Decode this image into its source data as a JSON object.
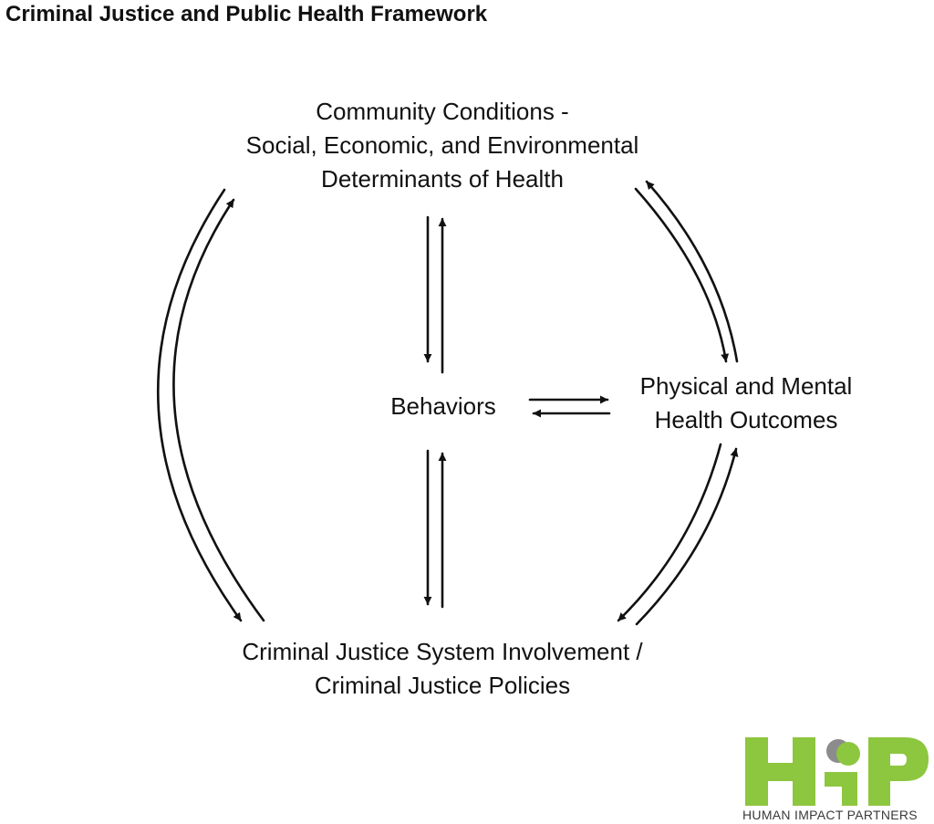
{
  "title": "Criminal Justice and Public Health Framework",
  "nodes": {
    "community": [
      "Community Conditions -",
      "Social, Economic, and Environmental",
      "Determinants of Health"
    ],
    "behaviors": [
      "Behaviors"
    ],
    "health": [
      "Physical and Mental",
      "Health Outcomes"
    ],
    "justice": [
      "Criminal Justice System Involvement /",
      "Criminal Justice Policies"
    ]
  },
  "logo": {
    "letters": "HIP",
    "name": "HUMAN IMPACT PARTNERS",
    "colors": {
      "green": "#8dc63f",
      "gray": "#8c8c8c"
    }
  },
  "colors": {
    "line": "#111111"
  }
}
